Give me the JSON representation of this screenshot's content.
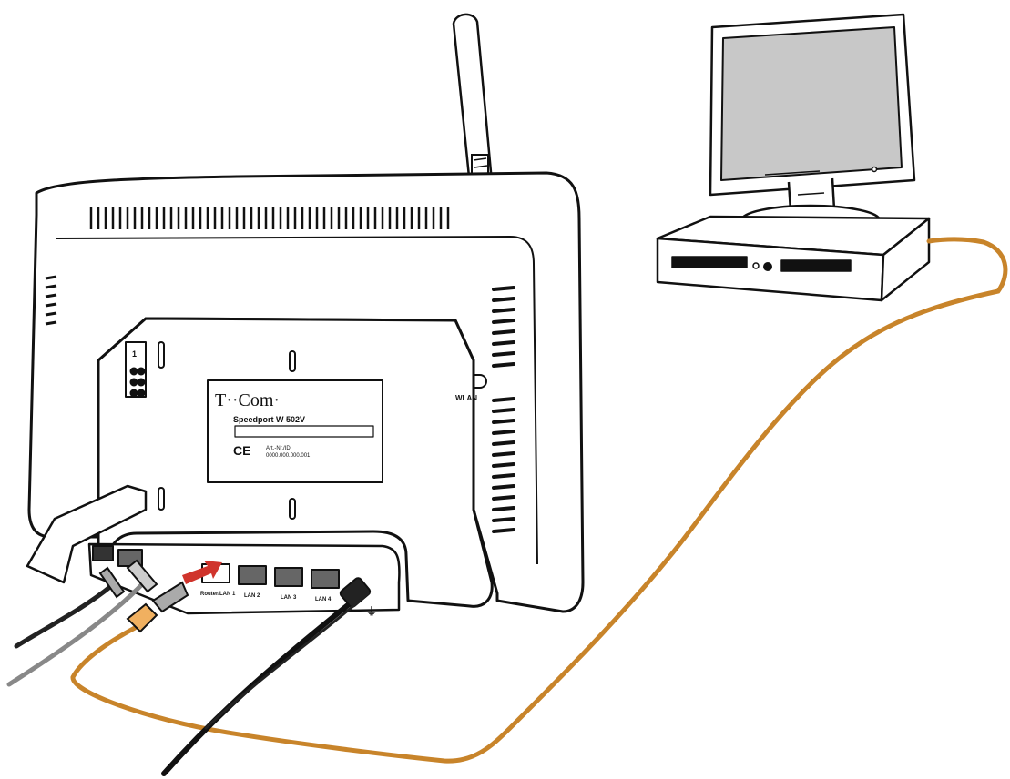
{
  "illustration": {
    "brand_label": "T··Com·",
    "product_label": "Speedport W 502V",
    "ce_mark": "CE",
    "rating_line_1": "Art.-Nr./ID",
    "rating_line_2": "0000.000.000.001",
    "wlan_button_label": "WLAN",
    "dsl_port_label": "1",
    "port_labels": [
      "Router/LAN 1",
      "LAN 2",
      "LAN 3",
      "LAN 4"
    ],
    "power_symbol": "⏚",
    "cable_color": "#c8842a"
  }
}
